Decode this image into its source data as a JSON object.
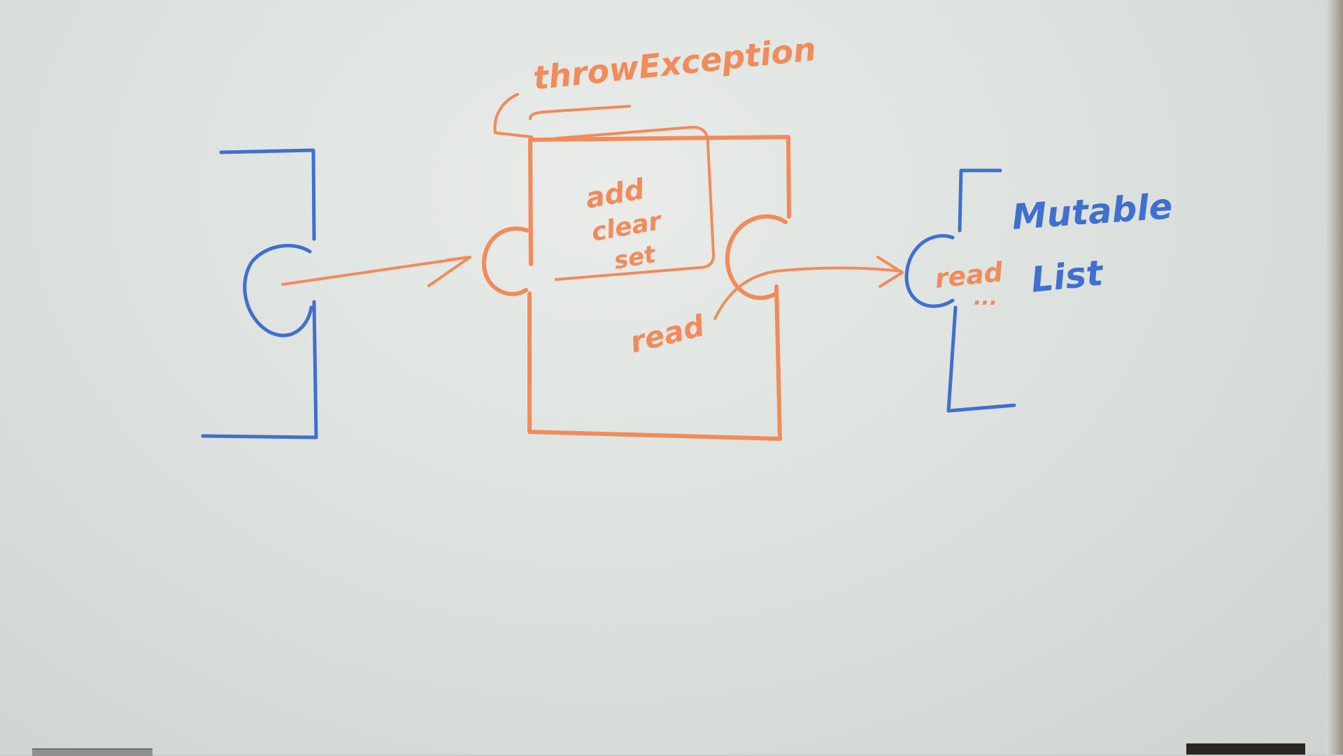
{
  "colors": {
    "orange_marker": "#f28a5a",
    "blue_marker": "#3f6fd0",
    "board": "#e3e7e4"
  },
  "diagram": {
    "label_throw_exception": "throwException",
    "methods_left": [
      "add",
      "clear",
      "set"
    ],
    "label_read_inner": "read",
    "label_read_right": "read",
    "label_ellipsis": "...",
    "label_mutable": "Mutable",
    "label_list": "List"
  }
}
